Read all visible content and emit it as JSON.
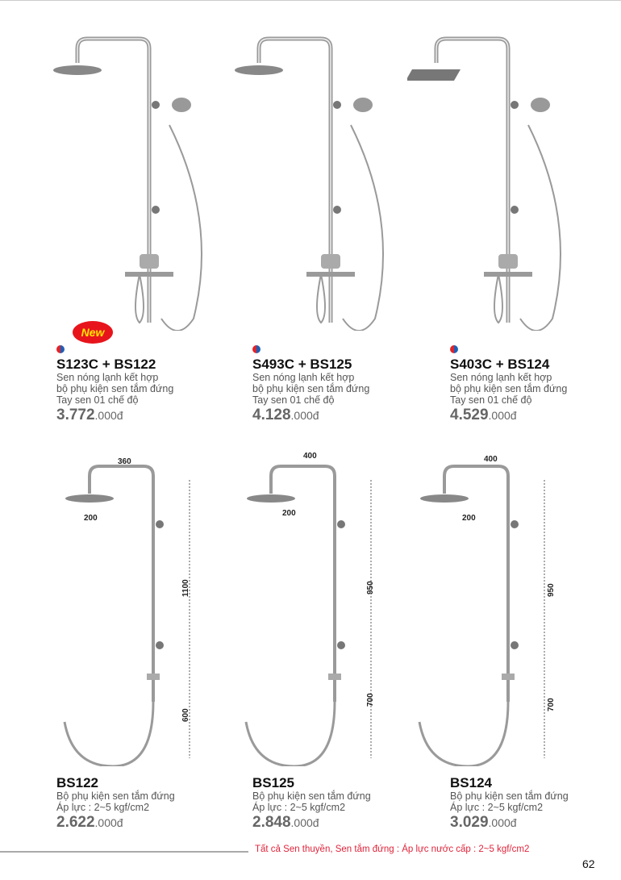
{
  "badge_new": "New",
  "top": [
    {
      "name": "S123C + BS122",
      "lines": [
        "Sen nóng lạnh kết hợp",
        "bộ phụ kiện sen tắm đứng",
        "Tay sen 01 chế độ"
      ],
      "price_main": "3.772",
      "price_suffix": ".000đ",
      "head": "round"
    },
    {
      "name": "S493C + BS125",
      "lines": [
        "Sen nóng lạnh kết hợp",
        "bộ phụ kiện sen tắm đứng",
        "Tay sen 01 chế độ"
      ],
      "price_main": "4.128",
      "price_suffix": ".000đ",
      "head": "round"
    },
    {
      "name": "S403C + BS124",
      "lines": [
        "Sen nóng lạnh kết hợp",
        "bộ phụ kiện sen tắm đứng",
        "Tay sen 01 chế độ"
      ],
      "price_main": "4.529",
      "price_suffix": ".000đ",
      "head": "square"
    }
  ],
  "bottom": [
    {
      "name": "BS122",
      "lines": [
        "Bộ phụ kiện sen tắm đứng",
        "Áp lực : 2~5 kgf/cm2"
      ],
      "price_main": "2.622",
      "price_suffix": ".000đ",
      "dims": {
        "arm": "360",
        "head": "200",
        "height": "1100",
        "lower": "600"
      }
    },
    {
      "name": "BS125",
      "lines": [
        "Bộ phụ kiện sen tắm đứng",
        "Áp lực : 2~5 kgf/cm2"
      ],
      "price_main": "2.848",
      "price_suffix": ".000đ",
      "dims": {
        "arm": "400",
        "head": "200",
        "height": "950",
        "lower": "700"
      }
    },
    {
      "name": "BS124",
      "lines": [
        "Bộ phụ kiện sen tắm đứng",
        "Áp lực : 2~5 kgf/cm2"
      ],
      "price_main": "3.029",
      "price_suffix": ".000đ",
      "dims": {
        "arm": "400",
        "head": "200",
        "height": "950",
        "lower": "700"
      }
    }
  ],
  "footer": {
    "note": "Tất cả Sen thuyền, Sen tắm đứng : Áp lực nước cấp : 2~5 kgf/cm2",
    "page": "62"
  }
}
